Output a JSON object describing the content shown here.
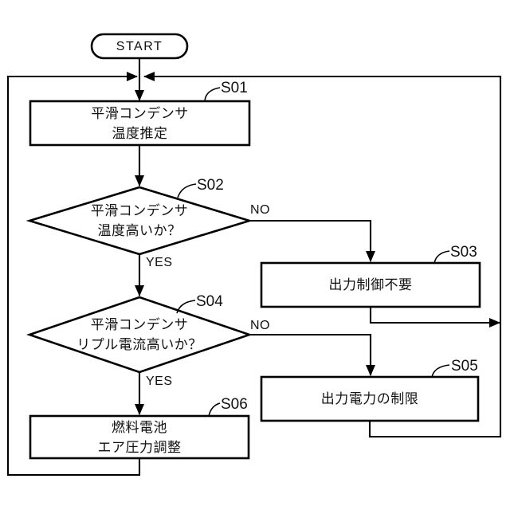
{
  "diagram": {
    "type": "flowchart",
    "background_color": "#ffffff",
    "line_color": "#000000",
    "text_color": "#111111"
  },
  "nodes": {
    "start": {
      "shape": "terminator",
      "label": "START"
    },
    "s01": {
      "shape": "process",
      "step": "S01",
      "label": "平滑コンデンサ\n温度推定"
    },
    "s02": {
      "shape": "decision",
      "step": "S02",
      "label": "平滑コンデンサ\n温度高いか？"
    },
    "s03": {
      "shape": "process",
      "step": "S03",
      "label": "出力制御不要"
    },
    "s04": {
      "shape": "decision",
      "step": "S04",
      "label": "平滑コンデンサ\nリプル電流高いか？"
    },
    "s05": {
      "shape": "process",
      "step": "S05",
      "label": "出力電力の制限"
    },
    "s06": {
      "shape": "process",
      "step": "S06",
      "label": "燃料電池\nエア圧力調整"
    }
  },
  "edge_labels": {
    "s02_yes": "YES",
    "s02_no": "NO",
    "s04_yes": "YES",
    "s04_no": "NO"
  }
}
